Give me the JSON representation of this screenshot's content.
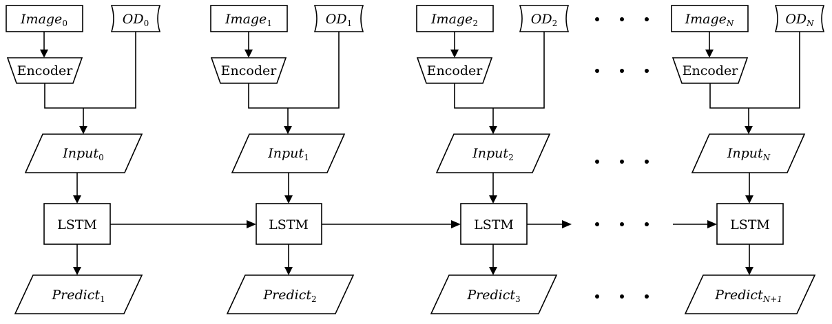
{
  "columns": [
    {
      "image": {
        "base": "Image",
        "sub": "0"
      },
      "od": {
        "base": "OD",
        "sub": "0"
      },
      "encoder": "Encoder",
      "input": {
        "base": "Input",
        "sub": "0"
      },
      "lstm": "LSTM",
      "predict": {
        "base": "Predict",
        "sub": "1"
      }
    },
    {
      "image": {
        "base": "Image",
        "sub": "1"
      },
      "od": {
        "base": "OD",
        "sub": "1"
      },
      "encoder": "Encoder",
      "input": {
        "base": "Input",
        "sub": "1"
      },
      "lstm": "LSTM",
      "predict": {
        "base": "Predict",
        "sub": "2"
      }
    },
    {
      "image": {
        "base": "Image",
        "sub": "2"
      },
      "od": {
        "base": "OD",
        "sub": "2"
      },
      "encoder": "Encoder",
      "input": {
        "base": "Input",
        "sub": "2"
      },
      "lstm": "LSTM",
      "predict": {
        "base": "Predict",
        "sub": "3"
      }
    },
    {
      "image": {
        "base": "Image",
        "sub": "N"
      },
      "od": {
        "base": "OD",
        "sub": "N"
      },
      "encoder": "Encoder",
      "input": {
        "base": "Input",
        "sub": "N"
      },
      "lstm": "LSTM",
      "predict": {
        "base": "Predict",
        "sub": "N+1"
      }
    }
  ]
}
